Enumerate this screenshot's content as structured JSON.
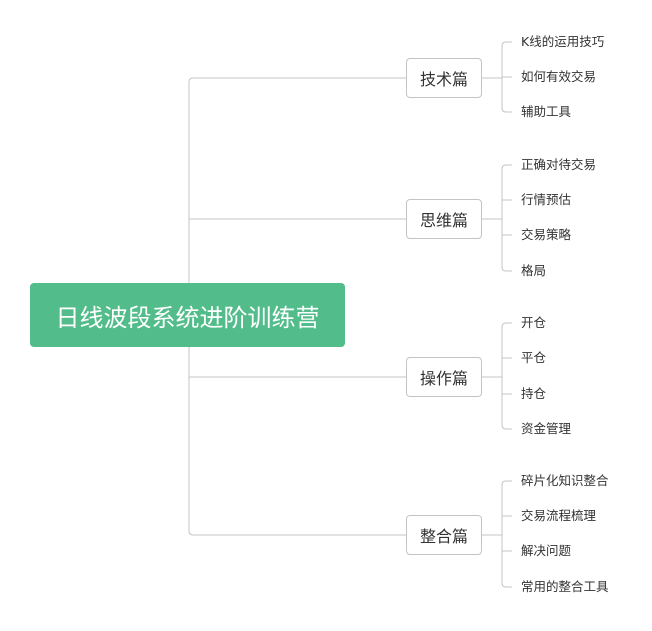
{
  "colors": {
    "root_fill": "#52bd8a",
    "root_text": "#ffffff",
    "line": "#c4c4c4",
    "text": "#333333"
  },
  "root": {
    "label": "日线波段系统进阶训练营"
  },
  "branches": [
    {
      "label": "技术篇",
      "children": [
        "K线的运用技巧",
        "如何有效交易",
        "辅助工具"
      ]
    },
    {
      "label": "思维篇",
      "children": [
        "正确对待交易",
        "行情预估",
        "交易策略",
        "格局"
      ]
    },
    {
      "label": "操作篇",
      "children": [
        "开仓",
        "平仓",
        "持仓",
        "资金管理"
      ]
    },
    {
      "label": "整合篇",
      "children": [
        "碎片化知识整合",
        "交易流程梳理",
        "解决问题",
        "常用的整合工具"
      ]
    }
  ]
}
